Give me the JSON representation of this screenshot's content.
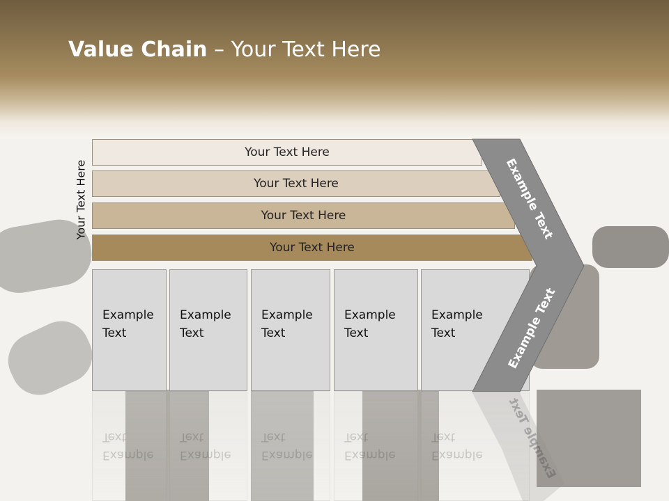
{
  "slide": {
    "title_bold": "Value Chain",
    "title_rest": " – Your Text Here",
    "vertical_label": "Your Text Here"
  },
  "bars": [
    {
      "label": "Your Text Here",
      "color": "#efe9e1"
    },
    {
      "label": "Your Text Here",
      "color": "#dccfbd"
    },
    {
      "label": "Your Text Here",
      "color": "#c9b597"
    },
    {
      "label": "Your Text Here",
      "color": "#a68a5c"
    }
  ],
  "boxes": [
    {
      "line1": "Example",
      "line2": "Text"
    },
    {
      "line1": "Example",
      "line2": "Text"
    },
    {
      "line1": "Example",
      "line2": "Text"
    },
    {
      "line1": "Example",
      "line2": "Text"
    },
    {
      "line1": "Example",
      "line2": "Text"
    }
  ],
  "chevron": {
    "upper_label": "Example Text",
    "lower_label": "Example Text",
    "color": "#8c8c8c"
  }
}
